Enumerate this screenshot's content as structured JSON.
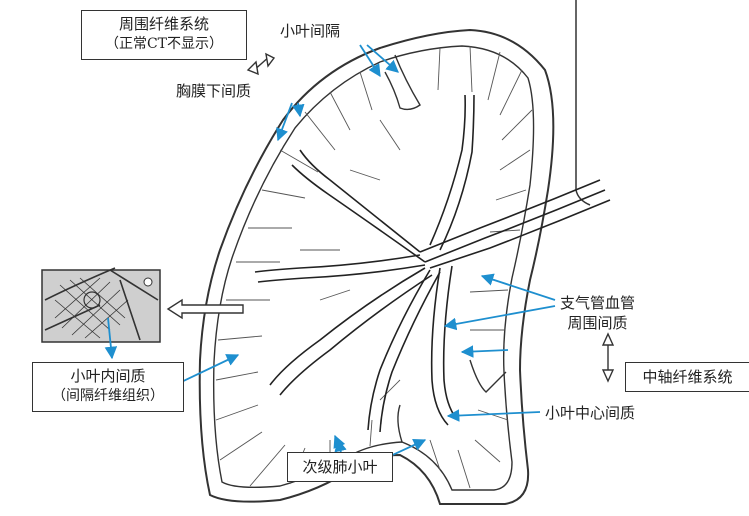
{
  "labels": {
    "peripheral_system": "周围纤维系统",
    "peripheral_note": "（正常CT不显示）",
    "interlobular_septa": "小叶间隔",
    "subpleural_interstitium": "胸膜下间质",
    "bronchovascular_line1": "支气管血管",
    "bronchovascular_line2": "周围间质",
    "axial_system": "中轴纤维系统",
    "intralobular_line1": "小叶内间质",
    "intralobular_line2": "（间隔纤维组织）",
    "centrilobular": "小叶中心间质",
    "secondary_lobule": "次级肺小叶"
  },
  "colors": {
    "arrow": "#1e8fcf",
    "outline": "#333333",
    "inset_fill": "#cfcfcf"
  }
}
